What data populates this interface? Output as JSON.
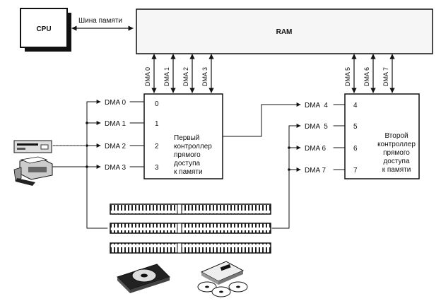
{
  "cpu": {
    "label": "CPU"
  },
  "memory_bus": {
    "label": "Шина памяти"
  },
  "ram": {
    "label": "RAM"
  },
  "ram_channels_left": [
    "DMA 0",
    "DMA 1",
    "DMA 2",
    "DMA 3"
  ],
  "ram_channels_right": [
    "DMA 5",
    "DMA 6",
    "DMA 7"
  ],
  "controller1": {
    "inputs": [
      "DMA 0",
      "DMA 1",
      "DMA 2",
      "DMA 3"
    ],
    "ports": [
      "0",
      "1",
      "2",
      "3"
    ],
    "caption": [
      "Первый",
      "контроллер",
      "прямого",
      "доступа",
      "к памяти"
    ]
  },
  "controller2": {
    "inputs": [
      "DMA  4",
      "DMA  5",
      "DMA 6",
      "DMA 7"
    ],
    "ports": [
      "4",
      "5",
      "6",
      "7"
    ],
    "caption": [
      "Второй",
      "контроллер",
      "прямого",
      "доступа",
      "к памяти"
    ]
  },
  "icons": [
    "disk-drive-icon",
    "printer-icon",
    "expansion-slot-icon",
    "hard-drive-icon",
    "optical-drive-icon",
    "compact-disc-icon"
  ],
  "colors": {
    "ink": "#111111",
    "ram_fill": "#f6f6f6",
    "cpu_shadow": "#111111"
  }
}
